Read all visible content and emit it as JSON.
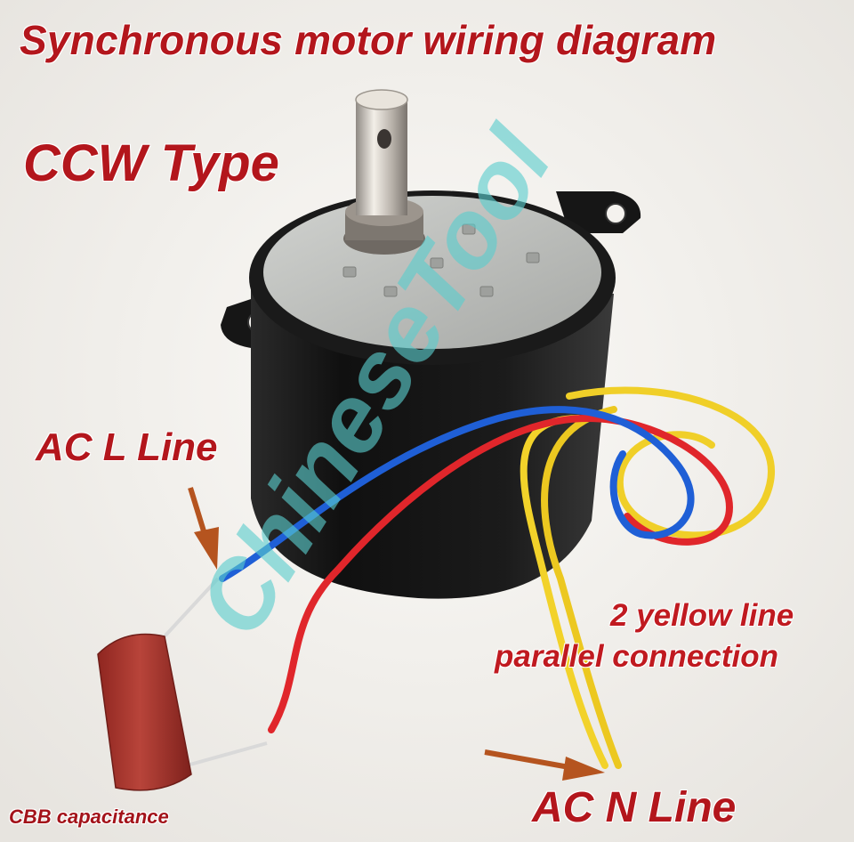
{
  "title": "Synchronous motor wiring diagram",
  "type_label": "CCW Type",
  "ac_l_label": "AC L Line",
  "yellow_note_line1": "2 yellow line",
  "yellow_note_line2": "parallel connection",
  "ac_n_label": "AC N Line",
  "capacitor_label": "CBB capacitance",
  "watermark": "ChineseTool",
  "colors": {
    "label_red": "#b3161c",
    "arrow_brown": "#b5541f",
    "wire_blue": "#1f5fd6",
    "wire_red": "#e0262b",
    "wire_yellow": "#f2d22a",
    "motor_black": "#141414",
    "plate_gray": "#b9bbb8",
    "capacitor_red": "#a8322a",
    "watermark_teal": "#5acdcd"
  },
  "icons": [
    "motor-icon",
    "capacitor-icon",
    "arrow-icon"
  ]
}
